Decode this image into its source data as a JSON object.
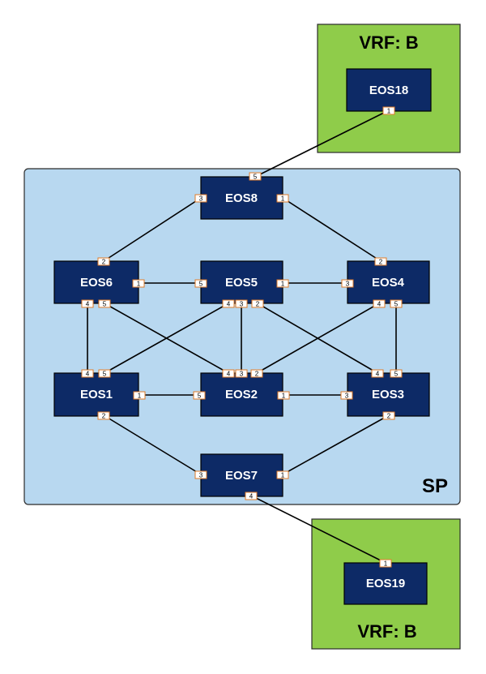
{
  "colors": {
    "sp_fill": "#b8d8f0",
    "sp_stroke": "#2b2b2b",
    "vrf_fill": "#8fcc4a",
    "vrf_stroke": "#2b2b2b",
    "node_fill": "#0d2a66",
    "node_stroke": "#000000",
    "port_fill": "#ffffff",
    "port_stroke": "#e07b28",
    "link": "#000000"
  },
  "regions": {
    "sp": {
      "label": "SP"
    },
    "vrf_top": {
      "label": "VRF: B"
    },
    "vrf_bottom": {
      "label": "VRF: B"
    }
  },
  "nodes": {
    "eos18": "EOS18",
    "eos8": "EOS8",
    "eos6": "EOS6",
    "eos5": "EOS5",
    "eos4": "EOS4",
    "eos1": "EOS1",
    "eos2": "EOS2",
    "eos3": "EOS3",
    "eos7": "EOS7",
    "eos19": "EOS19"
  },
  "links": [
    {
      "a": "EOS18",
      "a_port": "1",
      "b": "EOS8",
      "b_port": "5"
    },
    {
      "a": "EOS8",
      "a_port": "3",
      "b": "EOS6",
      "b_port": "2"
    },
    {
      "a": "EOS8",
      "a_port": "1",
      "b": "EOS4",
      "b_port": "2"
    },
    {
      "a": "EOS6",
      "a_port": "1",
      "b": "EOS5",
      "b_port": "5"
    },
    {
      "a": "EOS5",
      "a_port": "1",
      "b": "EOS4",
      "b_port": "3"
    },
    {
      "a": "EOS6",
      "a_port": "4",
      "b": "EOS1",
      "b_port": "4"
    },
    {
      "a": "EOS6",
      "a_port": "5",
      "b": "EOS2",
      "b_port": "4"
    },
    {
      "a": "EOS5",
      "a_port": "4",
      "b": "EOS1",
      "b_port": "5"
    },
    {
      "a": "EOS5",
      "a_port": "3",
      "b": "EOS2",
      "b_port": "3"
    },
    {
      "a": "EOS5",
      "a_port": "2",
      "b": "EOS3",
      "b_port": "4"
    },
    {
      "a": "EOS4",
      "a_port": "4",
      "b": "EOS2",
      "b_port": "2"
    },
    {
      "a": "EOS4",
      "a_port": "5",
      "b": "EOS3",
      "b_port": "5"
    },
    {
      "a": "EOS1",
      "a_port": "1",
      "b": "EOS2",
      "b_port": "5"
    },
    {
      "a": "EOS2",
      "a_port": "1",
      "b": "EOS3",
      "b_port": "3"
    },
    {
      "a": "EOS1",
      "a_port": "2",
      "b": "EOS7",
      "b_port": "3"
    },
    {
      "a": "EOS3",
      "a_port": "2",
      "b": "EOS7",
      "b_port": "1"
    },
    {
      "a": "EOS7",
      "a_port": "4",
      "b": "EOS19",
      "b_port": "1"
    }
  ]
}
